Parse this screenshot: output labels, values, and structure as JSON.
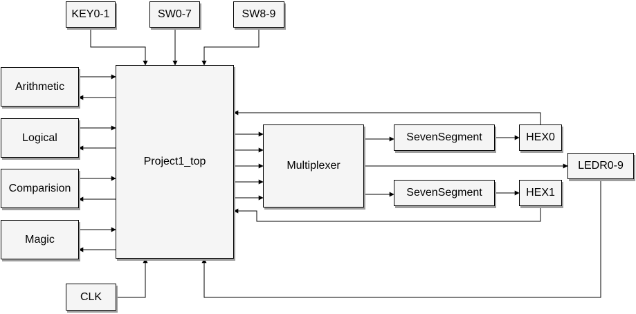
{
  "nodes": {
    "key": "KEY0-1",
    "sw07": "SW0-7",
    "sw89": "SW8-9",
    "arith": "Arithmetic",
    "logical": "Logical",
    "comp": "Comparision",
    "magic": "Magic",
    "clk": "CLK",
    "top": "Project1_top",
    "mux": "Multiplexer",
    "seg0": "SevenSegment",
    "seg1": "SevenSegment",
    "hex0": "HEX0",
    "hex1": "HEX1",
    "ledr": "LEDR0-9"
  }
}
